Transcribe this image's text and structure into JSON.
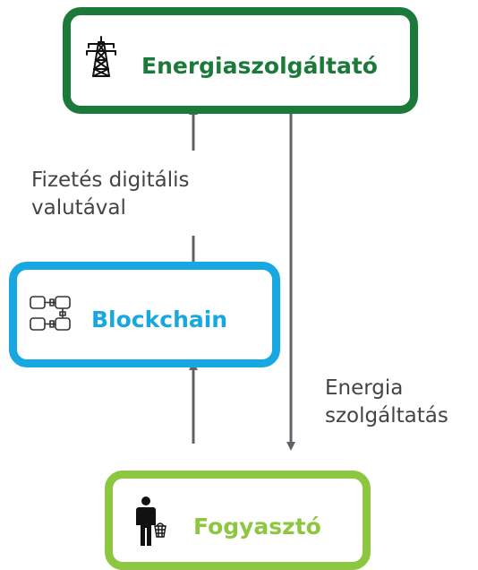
{
  "colors": {
    "provider": "#1b7a3a",
    "blockchain": "#17a8e2",
    "consumer": "#8dc63f",
    "arrow": "#5f6368",
    "text": "#444444"
  },
  "nodes": {
    "provider": {
      "label": "Energiaszolgáltató",
      "icon": "power-tower-icon"
    },
    "blockchain": {
      "label": "Blockchain",
      "icon": "blockchain-icon"
    },
    "consumer": {
      "label": "Fogyasztó",
      "icon": "shopper-icon"
    }
  },
  "edges": {
    "payment": {
      "lines": [
        "Fizetés digitális",
        "valutával"
      ]
    },
    "energy": {
      "lines": [
        "Energia",
        "szolgáltatás"
      ]
    }
  }
}
